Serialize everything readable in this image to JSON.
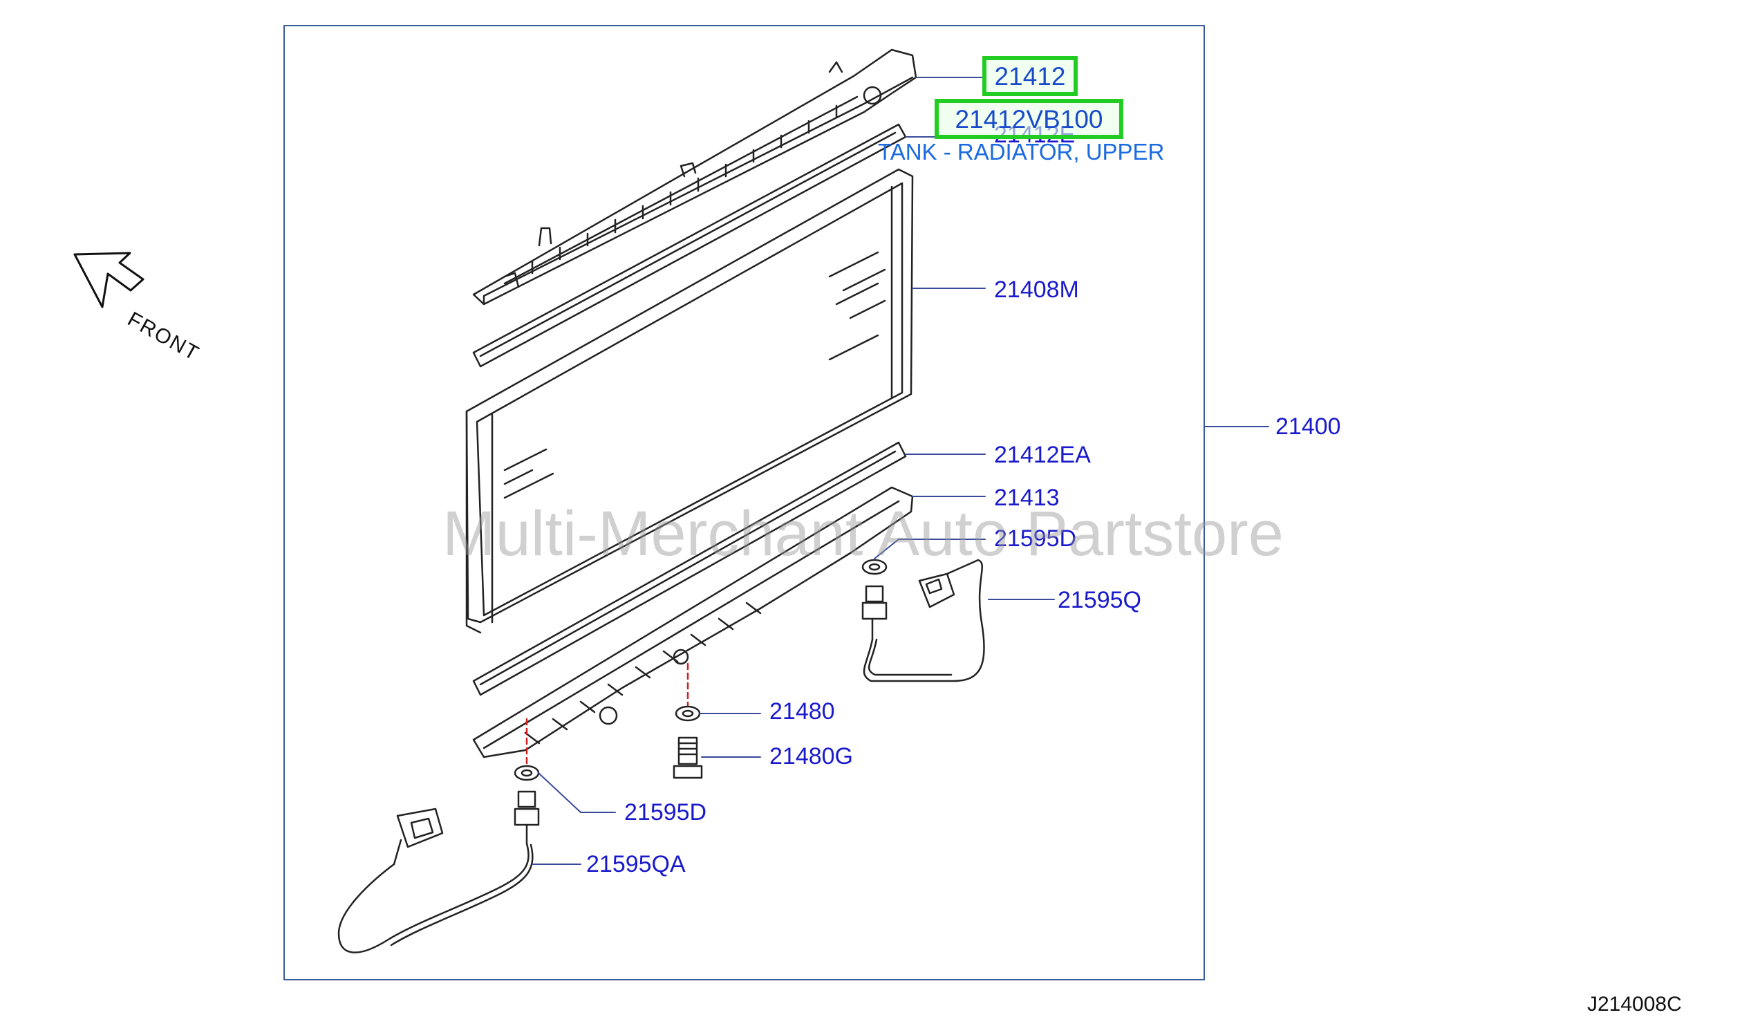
{
  "diagram": {
    "front_label": "FRONT",
    "watermark": "Multi-Merchant Auto Partstore",
    "code": "J214008C"
  },
  "highlight": {
    "part": "21412",
    "part_number": "21412VB100",
    "description": "TANK - RADIATOR, UPPER"
  },
  "parts": [
    {
      "id": "21412E"
    },
    {
      "id": "21408M"
    },
    {
      "id": "21400"
    },
    {
      "id": "21412EA"
    },
    {
      "id": "21413"
    },
    {
      "id": "21595D"
    },
    {
      "id": "21595Q"
    },
    {
      "id": "21480"
    },
    {
      "id": "21480G"
    },
    {
      "id": "21595D"
    },
    {
      "id": "21595QA"
    }
  ],
  "colors": {
    "label": "#1a1acc",
    "highlight_border": "#22cc22",
    "description": "#1a6ae0",
    "frame": "#3a5a9a",
    "watermark": "#969696"
  }
}
